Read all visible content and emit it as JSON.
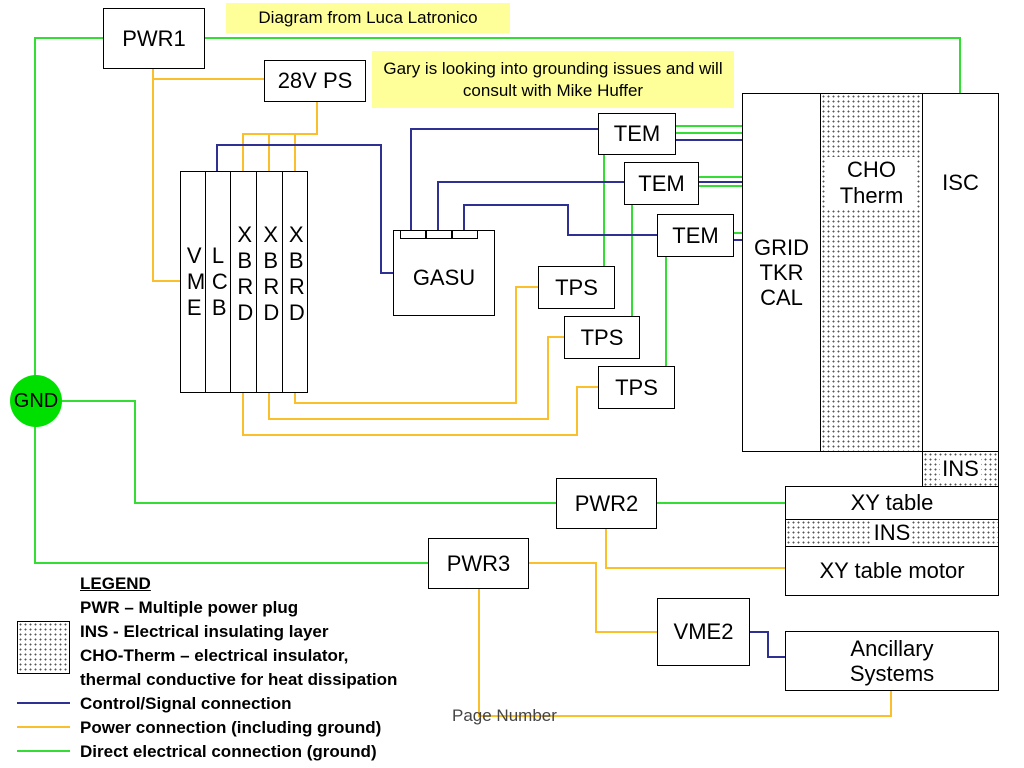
{
  "colors": {
    "control_signal": "#2e3192",
    "power": "#fbbf2c",
    "ground": "#33dd33",
    "note_bg": "#ffff99",
    "gnd_fill": "#00e000"
  },
  "notes": {
    "credit": "Diagram from Luca Latronico",
    "grounding": "Gary is looking into grounding issues and will consult with Mike Huffer"
  },
  "nodes": {
    "pwr1": "PWR1",
    "ps28v": "28V PS",
    "gasu": "GASU",
    "tem": [
      "TEM",
      "TEM",
      "TEM"
    ],
    "tps": [
      "TPS",
      "TPS",
      "TPS"
    ],
    "grid": "GRID TKR CAL",
    "cho": "CHO Therm",
    "isc": "ISC",
    "ins": "INS",
    "xy_table": "XY table",
    "xy_ins": "INS",
    "xy_motor": "XY table motor",
    "pwr2": "PWR2",
    "pwr3": "PWR3",
    "vme2": "VME2",
    "ancillary": "Ancillary Systems",
    "gnd": "GND",
    "crate": [
      "VME",
      "LCB",
      "XBRD",
      "XBRD",
      "XBRD"
    ]
  },
  "legend": {
    "title": "LEGEND",
    "pwr": "PWR – Multiple power plug",
    "ins": "INS - Electrical insulating layer",
    "cho_line1": "CHO-Therm – electrical insulator,",
    "cho_line2": "thermal conductive for heat dissipation",
    "control": "Control/Signal connection",
    "power": "Power connection (including ground)",
    "direct": "Direct electrical connection (ground)"
  },
  "footer": {
    "page_number": "Page Number"
  }
}
